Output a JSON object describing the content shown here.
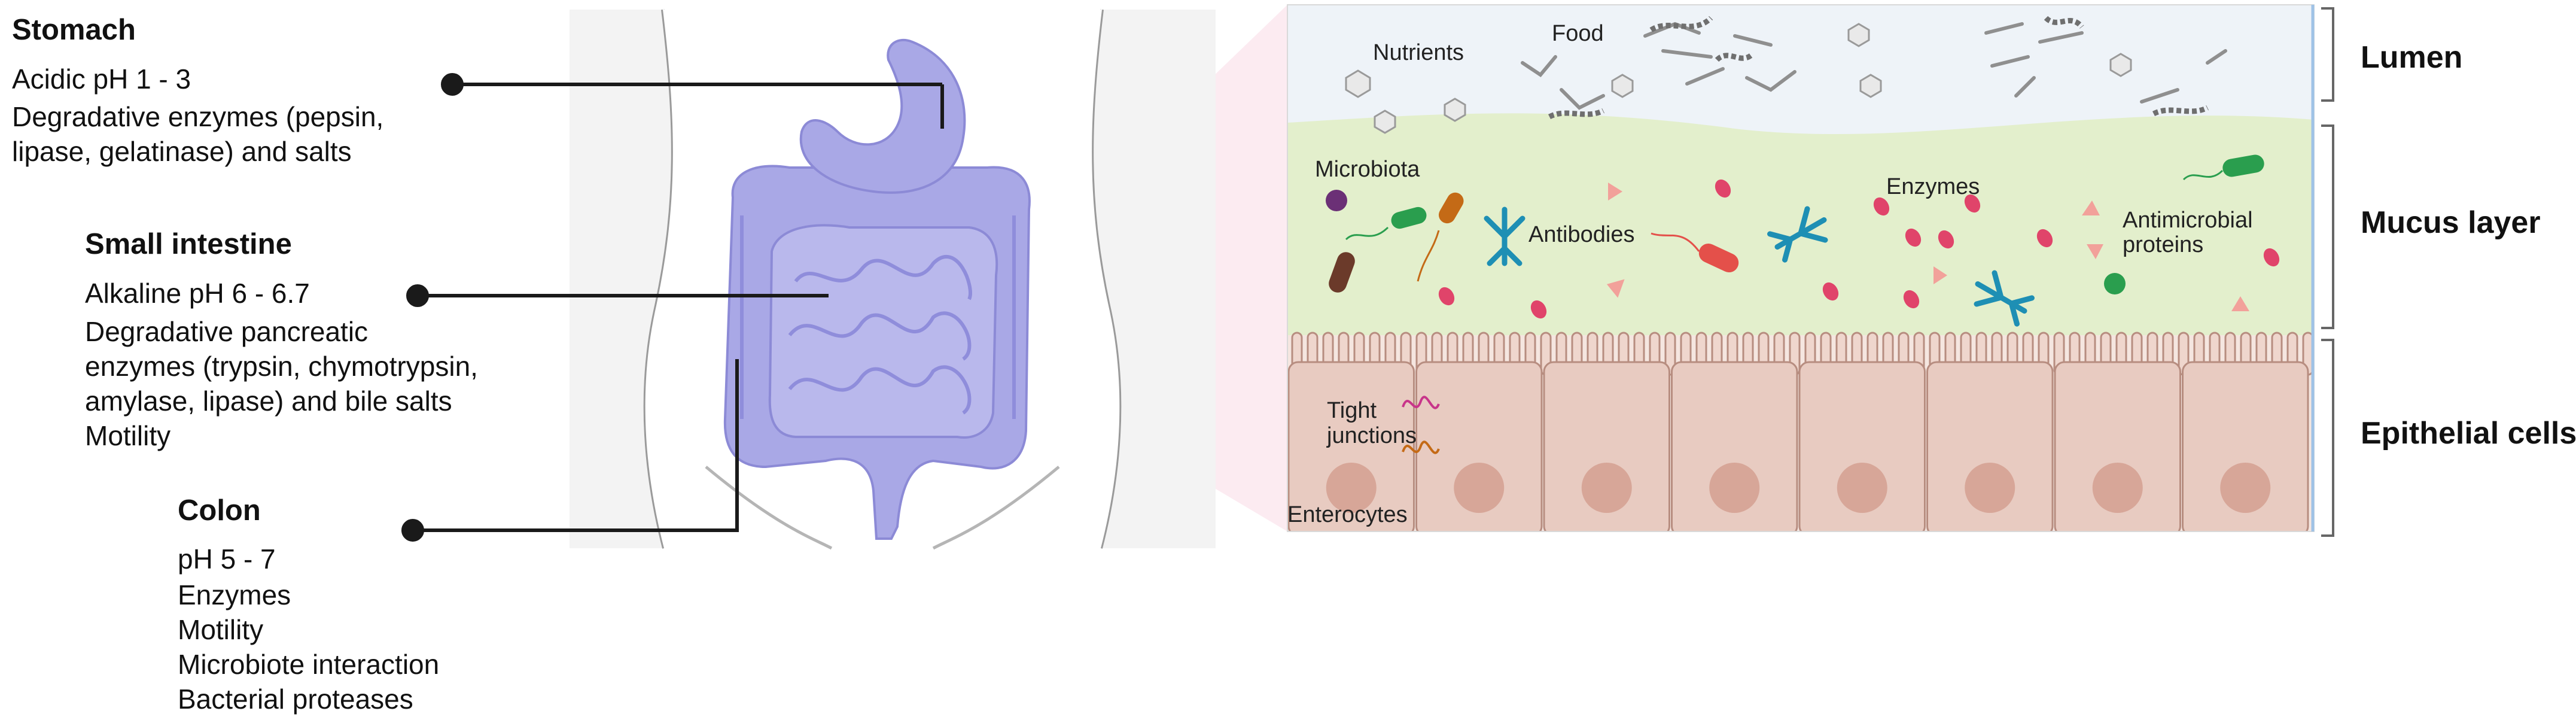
{
  "organs": {
    "stomach": {
      "title": "Stomach",
      "lines": [
        "Acidic pH 1 - 3",
        "Degradative enzymes (pepsin,",
        "lipase, gelatinase) and salts"
      ]
    },
    "small_intestine": {
      "title": "Small intestine",
      "lines": [
        "Alkaline pH 6 - 6.7",
        "Degradative pancreatic",
        "enzymes (trypsin, chymotrypsin,",
        "amylase, lipase) and bile salts",
        "Motility"
      ]
    },
    "colon": {
      "title": "Colon",
      "lines": [
        "pH 5 - 7",
        "Enzymes",
        "Motility",
        "Microbiote interaction",
        "Bacterial proteases"
      ]
    }
  },
  "panel_labels": {
    "nutrients": "Nutrients",
    "food": "Food",
    "microbiota": "Microbiota",
    "antibodies": "Antibodies",
    "enzymes": "Enzymes",
    "antimicrobial_line1": "Antimicrobial",
    "antimicrobial_line2": "proteins",
    "tight_line1": "Tight",
    "tight_line2": "junctions",
    "enterocytes": "Enterocytes"
  },
  "layers": {
    "lumen": "Lumen",
    "mucus": "Mucus layer",
    "epithelial": "Epithelial cells"
  },
  "colors": {
    "organ": "#a9a8e6",
    "lumen_bg": "#eef3f8",
    "mucus_bg": "#e3efcc",
    "cell_fill": "#e8cbc1",
    "nucleus": "#d7a698",
    "antibody": "#1e8fb4",
    "enzyme": "#e0446a",
    "antimicrobial": "#f2a19a"
  }
}
